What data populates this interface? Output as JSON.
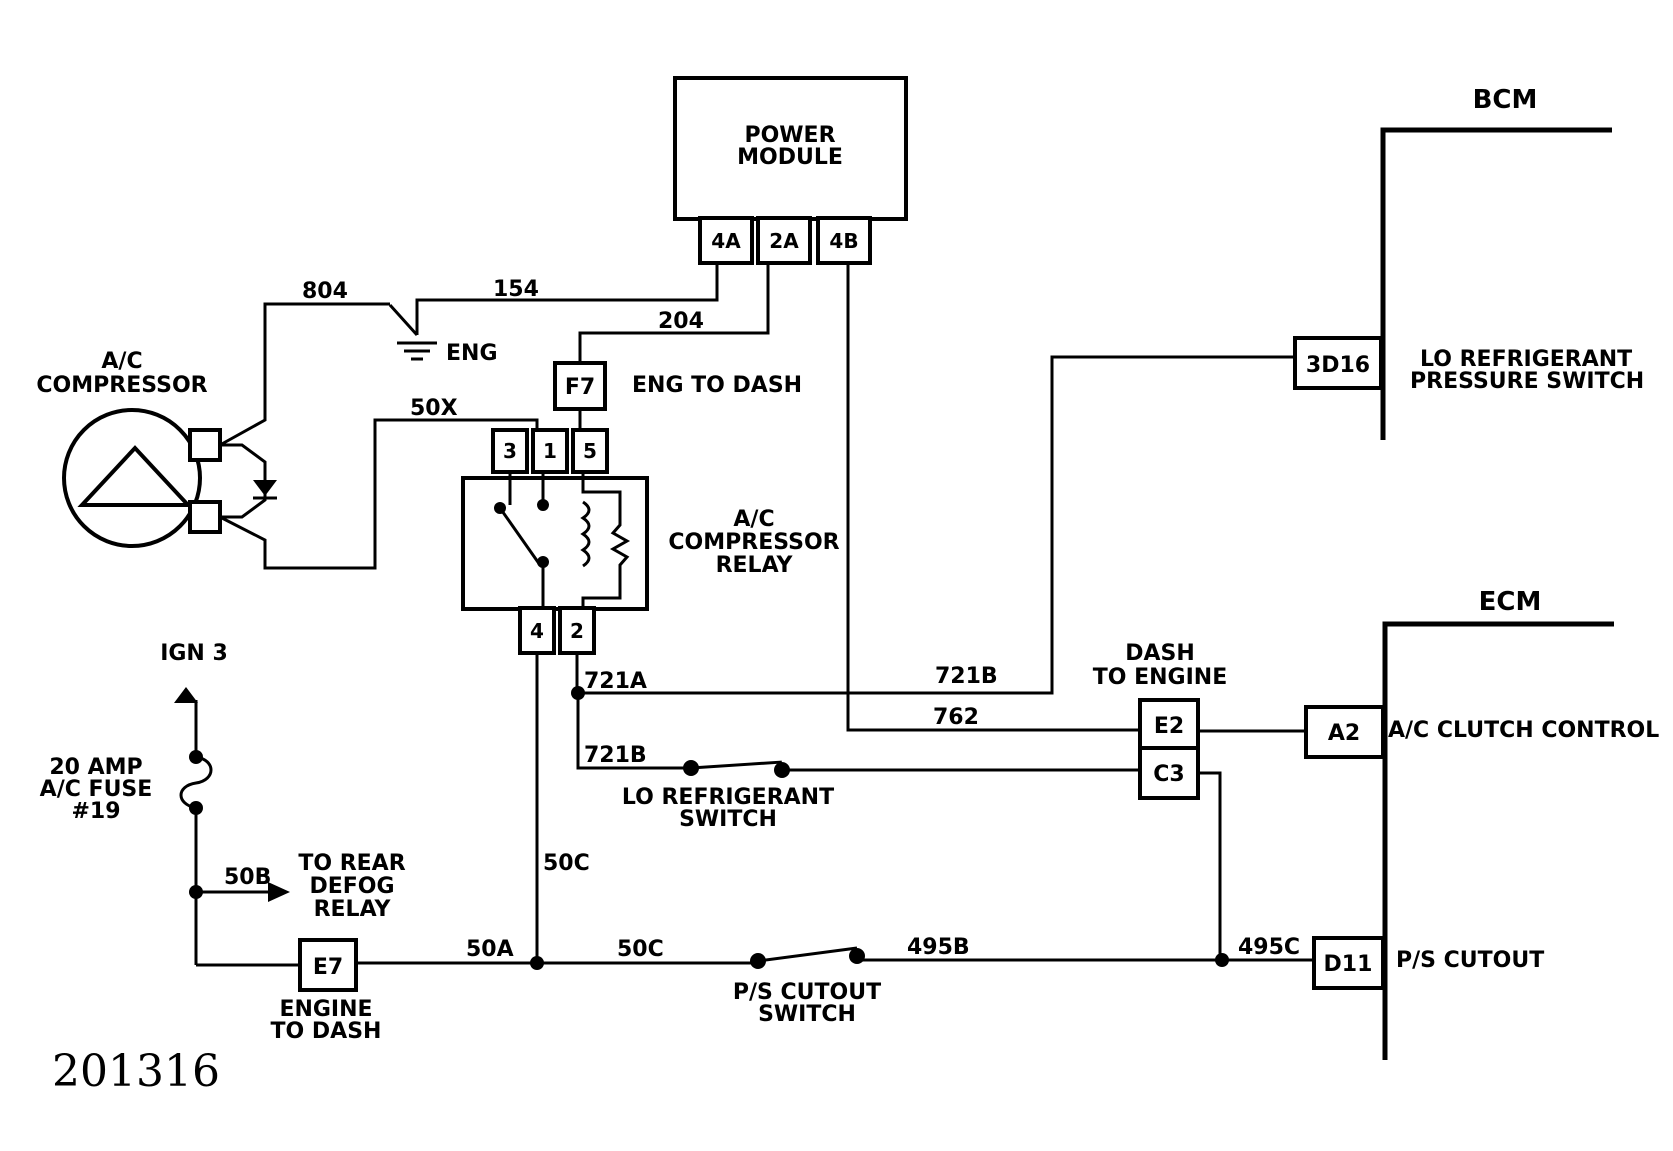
{
  "components": {
    "power_module": {
      "label": [
        "POWER",
        "MODULE"
      ],
      "pins": [
        "4A",
        "2A",
        "4B"
      ]
    },
    "ac_compressor": {
      "label": [
        "A/C",
        "COMPRESSOR"
      ]
    },
    "ac_compressor_relay": {
      "label": [
        "A/C",
        "COMPRESSOR",
        "RELAY"
      ],
      "pins_top": [
        "3",
        "1",
        "5"
      ],
      "pins_bottom": [
        "4",
        "2"
      ]
    },
    "bcm": {
      "label": "BCM"
    },
    "ecm": {
      "label": "ECM"
    },
    "lo_refrigerant_pressure_switch": {
      "label": [
        "LO REFRIGERANT",
        "PRESSURE SWITCH"
      ],
      "connector": "3D16"
    },
    "ac_clutch_control": {
      "label": "A/C CLUTCH CONTROL",
      "connector": "A2"
    },
    "ps_cutout": {
      "label": "P/S CUTOUT",
      "connector": "D11"
    },
    "ign": {
      "label": "IGN 3"
    },
    "fuse": {
      "label": [
        "20 AMP",
        "A/C FUSE",
        "#19"
      ]
    },
    "to_rear_defog": {
      "label": [
        "TO REAR",
        "DEFOG",
        "RELAY"
      ]
    },
    "lo_refrigerant_switch": {
      "label": [
        "LO REFRIGERANT",
        "SWITCH"
      ]
    },
    "ps_cutout_switch": {
      "label": [
        "P/S CUTOUT",
        "SWITCH"
      ]
    },
    "ground": {
      "label": "ENG"
    }
  },
  "connectors": {
    "f7": {
      "id": "F7",
      "label": "ENG TO DASH"
    },
    "e7": {
      "id": "E7",
      "label": [
        "ENGINE",
        "TO DASH"
      ]
    },
    "dash_to_engine": {
      "label": [
        "DASH",
        "TO ENGINE"
      ],
      "pins": [
        "E2",
        "C3"
      ]
    }
  },
  "wires": {
    "w804": "804",
    "w154": "154",
    "w204": "204",
    "w50x": "50X",
    "w721a": "721A",
    "w721b_top": "721B",
    "w762": "762",
    "w721b_low": "721B",
    "w50b": "50B",
    "w50c_v": "50C",
    "w50a": "50A",
    "w50c_h": "50C",
    "w495b": "495B",
    "w495c": "495C"
  },
  "figure_number": "201316"
}
